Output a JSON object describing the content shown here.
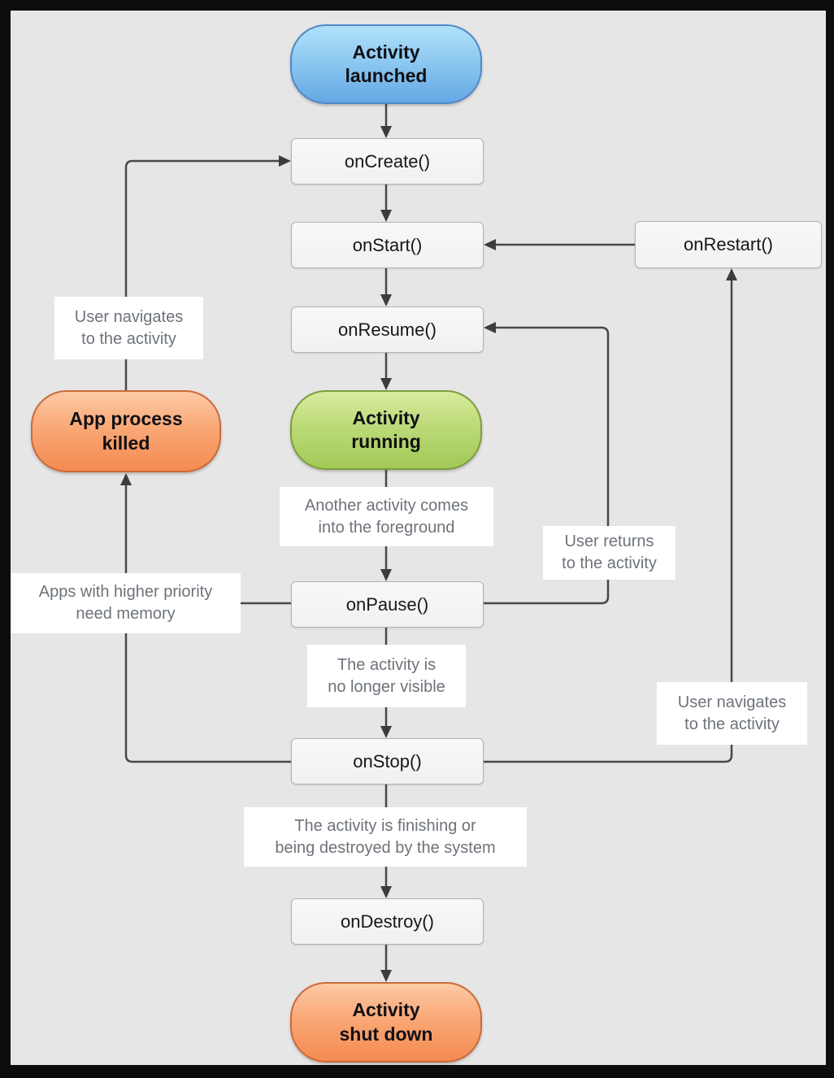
{
  "diagram_type": "flowchart",
  "nodes": {
    "activity_launched": {
      "label": "Activity\nlaunched",
      "kind": "start-state"
    },
    "on_create": {
      "label": "onCreate()",
      "kind": "callback"
    },
    "on_start": {
      "label": "onStart()",
      "kind": "callback"
    },
    "on_restart": {
      "label": "onRestart()",
      "kind": "callback"
    },
    "on_resume": {
      "label": "onResume()",
      "kind": "callback"
    },
    "activity_running": {
      "label": "Activity\nrunning",
      "kind": "state"
    },
    "on_pause": {
      "label": "onPause()",
      "kind": "callback"
    },
    "app_process_killed": {
      "label": "App process\nkilled",
      "kind": "state"
    },
    "on_stop": {
      "label": "onStop()",
      "kind": "callback"
    },
    "on_destroy": {
      "label": "onDestroy()",
      "kind": "callback"
    },
    "activity_shut_down": {
      "label": "Activity\nshut down",
      "kind": "end-state"
    }
  },
  "annotations": {
    "user_navigates_left": {
      "text": "User navigates\nto the activity"
    },
    "another_activity": {
      "text": "Another activity comes\ninto the foreground"
    },
    "user_returns": {
      "text": "User returns\nto the activity"
    },
    "apps_priority": {
      "text": "Apps with higher priority\nneed memory"
    },
    "no_longer_visible": {
      "text": "The activity is\nno longer visible"
    },
    "finishing": {
      "text": "The activity is finishing or\nbeing destroyed by the system"
    },
    "user_navigates_right": {
      "text": "User navigates\nto the activity"
    }
  },
  "edges": [
    {
      "from": "activity_launched",
      "to": "on_create"
    },
    {
      "from": "on_create",
      "to": "on_start"
    },
    {
      "from": "on_start",
      "to": "on_resume"
    },
    {
      "from": "on_resume",
      "to": "activity_running"
    },
    {
      "from": "activity_running",
      "to": "on_pause",
      "label": "Another activity comes into the foreground"
    },
    {
      "from": "on_pause",
      "to": "on_stop",
      "label": "The activity is no longer visible"
    },
    {
      "from": "on_stop",
      "to": "on_destroy",
      "label": "The activity is finishing or being destroyed by the system"
    },
    {
      "from": "on_destroy",
      "to": "activity_shut_down"
    },
    {
      "from": "on_restart",
      "to": "on_start"
    },
    {
      "from": "on_pause",
      "to": "on_resume",
      "label": "User returns to the activity"
    },
    {
      "from": "on_stop",
      "to": "on_restart",
      "label": "User navigates to the activity"
    },
    {
      "from": "on_pause",
      "to": "app_process_killed",
      "label": "Apps with higher priority need memory"
    },
    {
      "from": "on_stop",
      "to": "app_process_killed"
    },
    {
      "from": "app_process_killed",
      "to": "on_create",
      "label": "User navigates to the activity"
    }
  ],
  "colors": {
    "background": "#e6e6e6",
    "frame": "#0d0d0f",
    "callback_box_fill": "#f4f4f4",
    "callback_box_border": "#b2b2b2",
    "blue_pill_top": "#b0e1fa",
    "blue_pill_bottom": "#64a8e5",
    "blue_pill_border": "#4f88c7",
    "green_pill_top": "#d9ec9e",
    "green_pill_bottom": "#a2c957",
    "green_pill_border": "#7d9d3d",
    "orange_pill_top": "#fccaa5",
    "orange_pill_bottom": "#f58a52",
    "orange_pill_border": "#ca693a",
    "connector": "#48484b",
    "annotation_text": "#6d737a",
    "annotation_background": "#ffffff"
  }
}
